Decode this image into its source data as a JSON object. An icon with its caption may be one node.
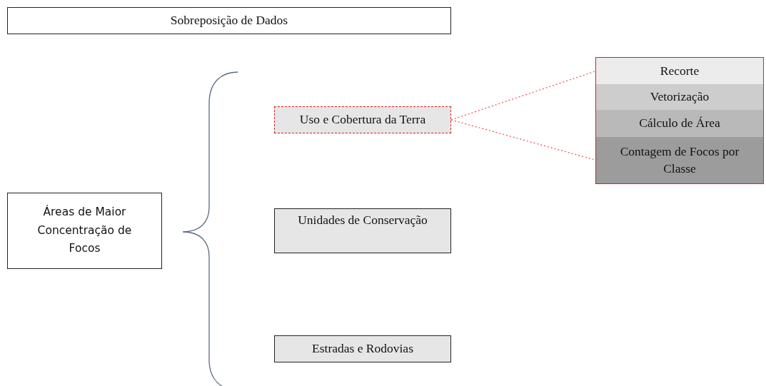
{
  "diagram": {
    "nodes": [
      {
        "text": [
          "Sobreposição de Dados"
        ]
      },
      {
        "text": [
          "Áreas de Maior Concentração de Focos"
        ]
      },
      {
        "text": [
          "Uso e Cobertura da Terra"
        ]
      },
      {
        "text": [
          "Unidades de Conservação"
        ]
      },
      {
        "text": [
          "Estradas e Rodovias"
        ]
      },
      {
        "text": [],
        "shape": "box"
      },
      {
        "text": [
          "Recorte"
        ],
        "in": 5
      },
      {
        "text": [
          "Vetorização"
        ],
        "in": 5
      },
      {
        "text": [
          "Cálculo de Área"
        ],
        "in": 5
      },
      {
        "text": [
          "Contagem de Focos por Classe"
        ],
        "in": 5
      }
    ],
    "edges": [
      {
        "from": 2,
        "to": 6,
        "arrow": "none",
        "style": "dashed"
      },
      {
        "from": 2,
        "to": 9,
        "arrow": "none",
        "style": "dashed"
      }
    ]
  }
}
